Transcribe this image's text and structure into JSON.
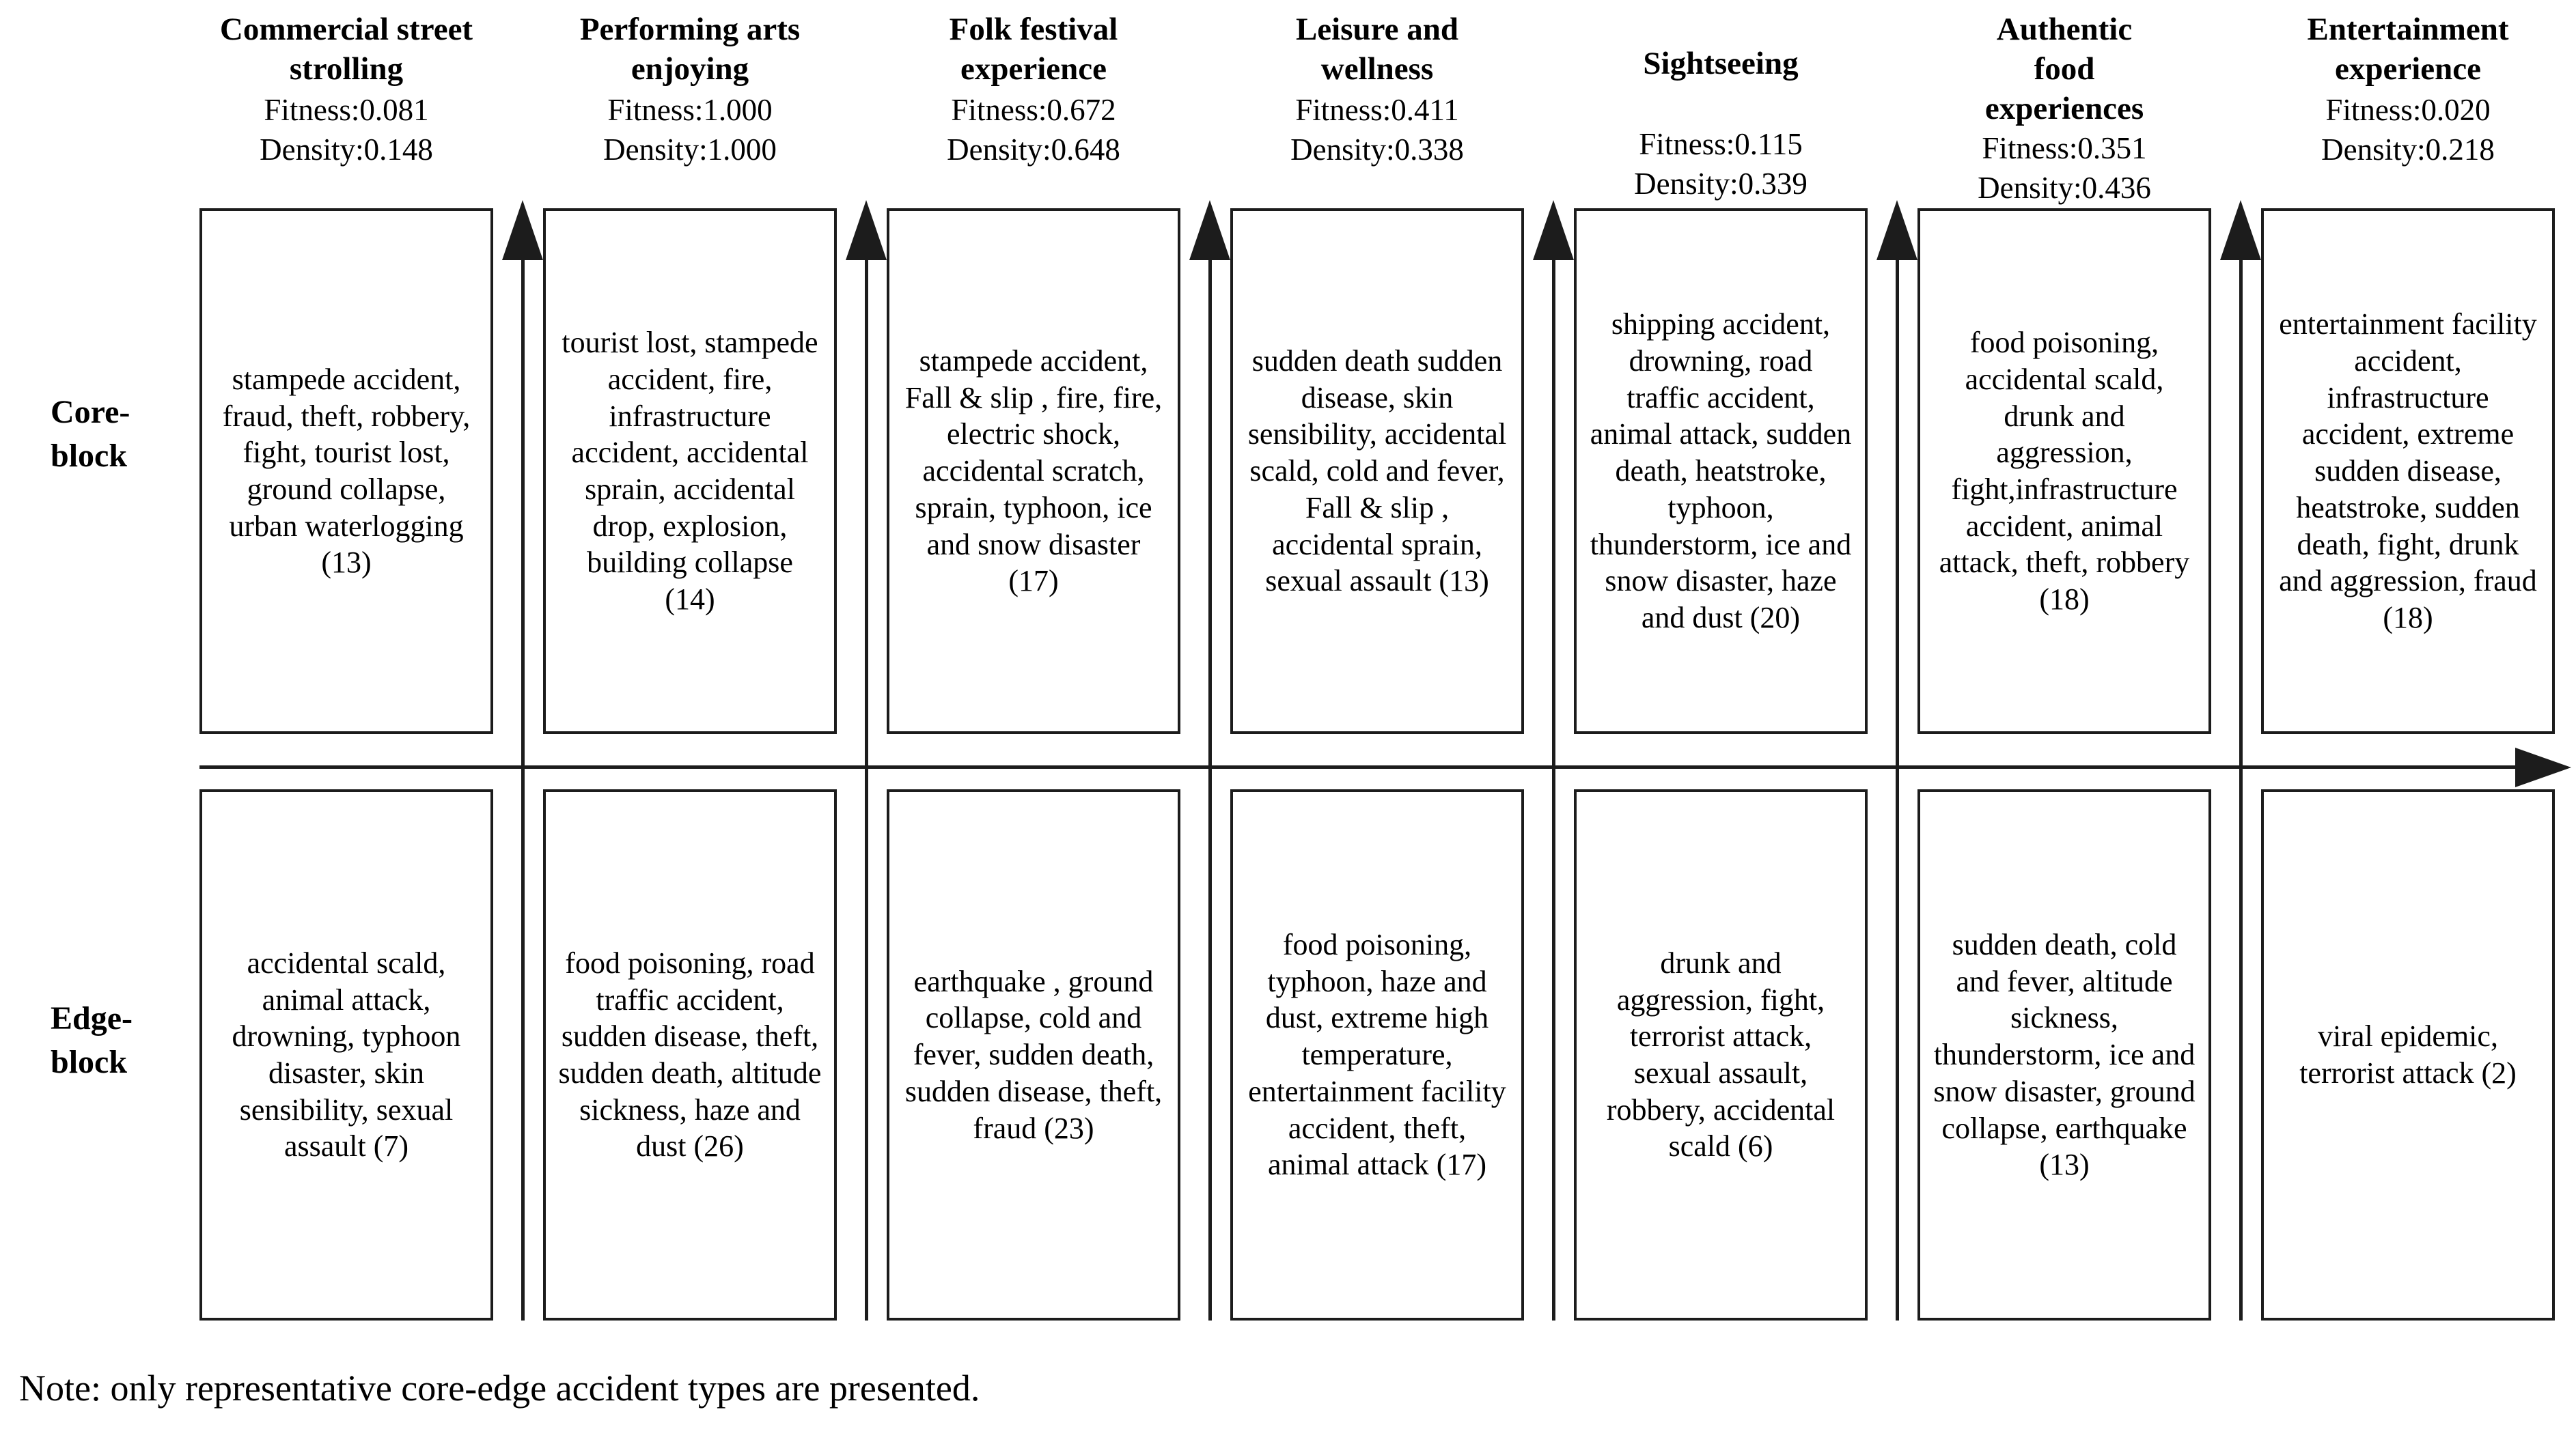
{
  "figure": {
    "colors": {
      "text": "#000000",
      "background": "#ffffff",
      "line": "#1c1c1c"
    },
    "row_labels": {
      "core": "Core-\nblock",
      "edge": "Edge-\nblock"
    },
    "note": "Note: only representative core-edge accident types are presented.",
    "columns": [
      {
        "title": "Commercial street\nstrolling",
        "fitness": "Fitness:0.081",
        "density": "Density:0.148",
        "core_block": "stampede accident, fraud, theft, robbery, fight, tourist lost, ground collapse, urban waterlogging (13)",
        "edge_block": "accidental scald, animal attack, drowning, typhoon disaster, skin sensibility, sexual assault (7)"
      },
      {
        "title": "Performing arts\nenjoying",
        "fitness": "Fitness:1.000",
        "density": "Density:1.000",
        "core_block": "tourist lost, stampede accident, fire, infrastructure accident, accidental sprain, accidental drop, explosion, building collapse (14)",
        "edge_block": "food poisoning, road traffic accident, sudden disease, theft, sudden death, altitude sickness, haze and dust (26)"
      },
      {
        "title": "Folk festival\nexperience",
        "fitness": "Fitness:0.672",
        "density": "Density:0.648",
        "core_block": "stampede accident, Fall & slip , fire, fire, electric shock, accidental scratch, sprain, typhoon, ice and snow disaster (17)",
        "edge_block": "earthquake , ground collapse, cold and fever, sudden death, sudden disease, theft, fraud (23)"
      },
      {
        "title": "Leisure and\nwellness",
        "fitness": "Fitness:0.411",
        "density": "Density:0.338",
        "core_block": "sudden death sudden disease, skin sensibility, accidental scald, cold and fever, Fall & slip , accidental sprain, sexual assault (13)",
        "edge_block": "food poisoning, typhoon, haze and dust, extreme high temperature, entertainment facility accident, theft, animal attack (17)"
      },
      {
        "title": "Sightseeing",
        "fitness": "Fitness:0.115",
        "density": "Density:0.339",
        "core_block": "shipping accident, drowning, road traffic accident, animal attack, sudden death, heatstroke, typhoon, thunderstorm, ice and snow disaster, haze and dust (20)",
        "edge_block": "drunk and aggression, fight, terrorist attack, sexual assault, robbery, accidental scald (6)"
      },
      {
        "title": "Authentic\nfood\nexperiences",
        "fitness": "Fitness:0.351",
        "density": "Density:0.436",
        "core_block": "food poisoning, accidental scald, drunk and aggression, fight,infrastructure accident, animal attack, theft, robbery (18)",
        "edge_block": "sudden death, cold and fever, altitude sickness, thunderstorm, ice and snow disaster, ground collapse, earthquake (13)"
      },
      {
        "title": "Entertainment\nexperience",
        "fitness": "Fitness:0.020",
        "density": "Density:0.218",
        "core_block": "entertainment facility accident, infrastructure accident, extreme sudden disease, heatstroke, sudden death, fight, drunk and aggression, fraud (18)",
        "edge_block": "viral epidemic, terrorist attack (2)"
      }
    ]
  }
}
